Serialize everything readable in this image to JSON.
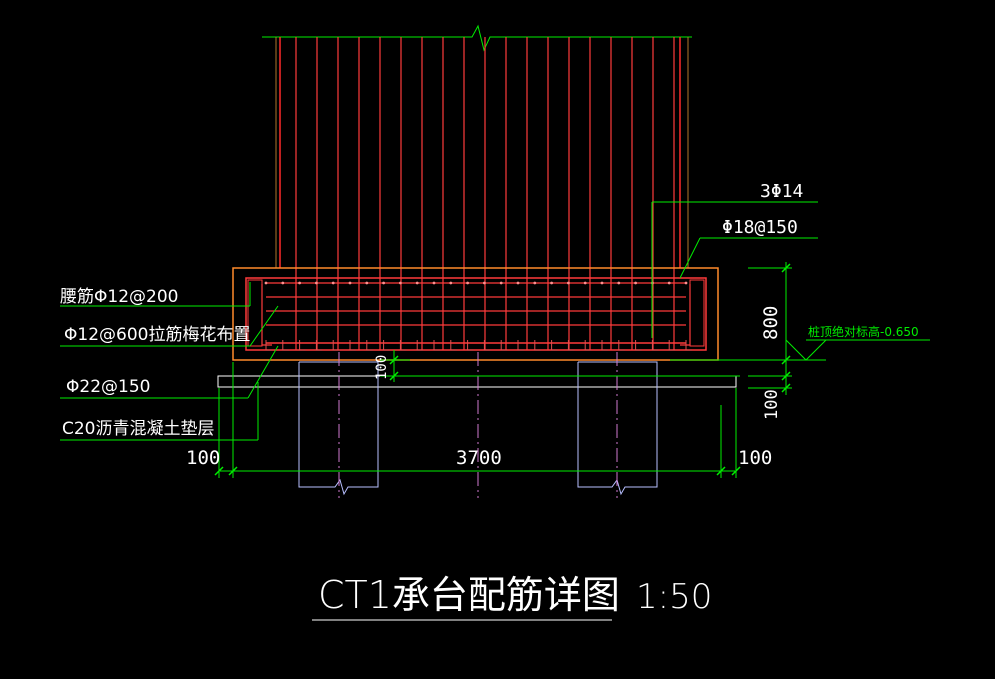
{
  "colors": {
    "background": "#000000",
    "rebar": "#ff3b3b",
    "column_edge": "#ff2a2a",
    "column_outline": "#b0762a",
    "cap_outline": "#ff8a2a",
    "pile_outline": "#b7bfff",
    "axis": "#d07ad0",
    "leader": "#00ee00",
    "dimension": "#00ee00",
    "text": "#ffffff",
    "elevation_text": "#00ee00",
    "stirrup_marks": "#e05050"
  },
  "labels": {
    "top_bars": "3Φ14",
    "stirrups": "Φ18@150",
    "waist_bars": "腰筋Φ12@200",
    "tie_bars": "Φ12@600拉筋梅花布置",
    "bottom_bars": "Φ22@150",
    "cushion": "C20沥青混凝土垫层",
    "cap_height": "800",
    "cushion_thickness_right": "100",
    "cushion_thickness_mid": "100",
    "top_elevation": "桩顶绝对标高-0.650",
    "dim_left": "100",
    "dim_middle": "3700",
    "dim_right": "100"
  },
  "title": {
    "main": "CT1承台配筋详图",
    "scale": "1:50"
  }
}
